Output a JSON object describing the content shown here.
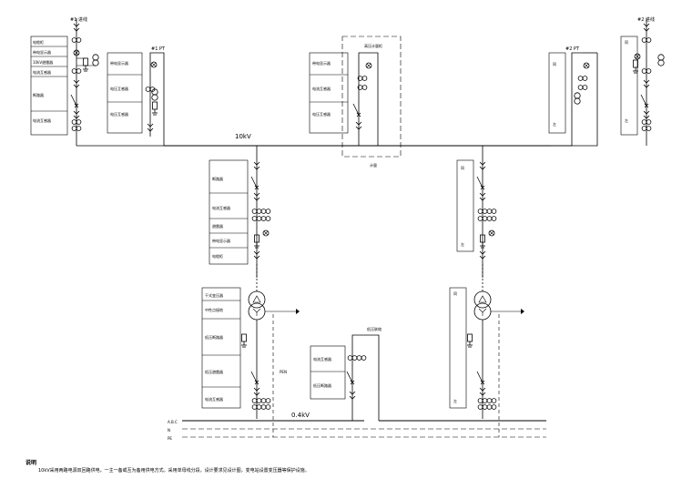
{
  "bus_hv_label": "10kV",
  "bus_lv_label": "0.4kV",
  "panels": {
    "in1": {
      "title": "#1 进线",
      "table": [
        "电缆柜",
        "带电显示器",
        "10kV避雷器",
        "电流互感器",
        "断路器",
        "电流互感器"
      ]
    },
    "pt1": {
      "title": "#1 PT",
      "table": [
        "带电显示器",
        "电压互感器",
        "电压互感器"
      ]
    },
    "metering": {
      "title": "高压计量柜",
      "table": [
        "带电显示器",
        "电流互感器",
        "电压互感器"
      ],
      "bottom_label": "计量"
    },
    "pt2": {
      "title": "#2 PT",
      "side_top": "同",
      "side_bottom": "左"
    },
    "in2": {
      "title": "#2 进线",
      "side_top": "同",
      "side_bottom": "左"
    },
    "tx1": {
      "table": [
        "断路器",
        "电流互感器",
        "避雷器",
        "带电显示器",
        "电缆柜"
      ]
    },
    "tx2": {
      "side_top": "同",
      "side_bottom": "左"
    },
    "lv1": {
      "table": [
        "干式变压器",
        "中性点接地",
        "低压断路器",
        "低压避雷器",
        "电流互感器"
      ],
      "pen_label": "PEN"
    },
    "lv2": {
      "side_top": "同",
      "side_bottom": "左"
    },
    "coupler": {
      "title": "低压联络",
      "table": [
        "电流互感器",
        "低压断路器"
      ]
    }
  },
  "lv_bus_labels": [
    "A.B.C",
    "N",
    "PE"
  ],
  "notes": {
    "heading": "说明",
    "body": "10kV采用两路电源双回路供电，一主一备或互为备用供电方式。采用单母线分段，设计要求见设计图，变电站设置变压器等保护设施。"
  }
}
